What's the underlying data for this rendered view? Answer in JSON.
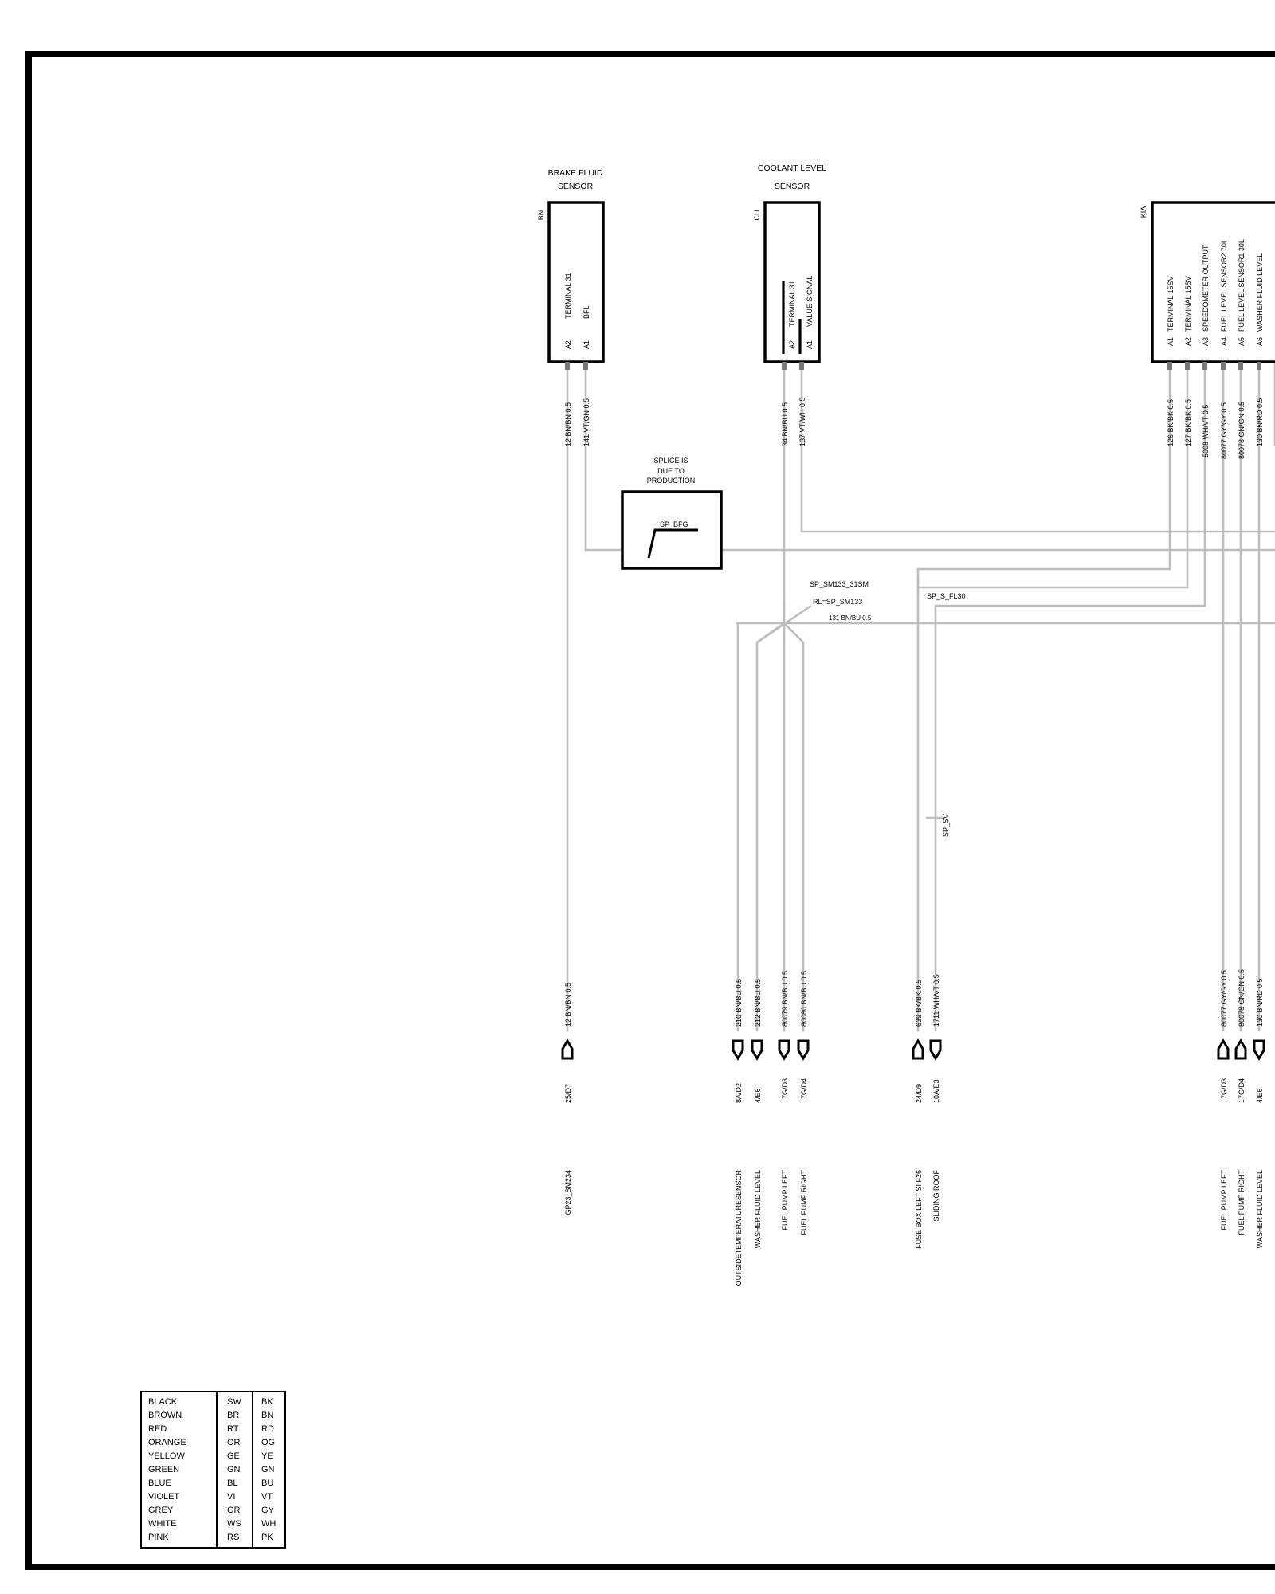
{
  "components": {
    "brake": {
      "title_line1": "BRAKE FLUID",
      "title_line2": "SENSOR",
      "id": "BN",
      "pins": [
        {
          "pin": "A2",
          "name": "TERMINAL 31",
          "wire": "12 BN/BN 0.5"
        },
        {
          "pin": "A1",
          "name": "BFL",
          "wire": "141 VT/GN 0.5"
        }
      ]
    },
    "coolant": {
      "title_line1": "COOLANT LEVEL",
      "title_line2": "SENSOR",
      "id": "CU",
      "pins": [
        {
          "pin": "A2",
          "name": "TERMINAL 31",
          "wire": "34 BN/BU 0.5"
        },
        {
          "pin": "A1",
          "name": "VALUE SIGNAL",
          "wire": "137 VT/WH 0.5"
        }
      ]
    },
    "kia": {
      "id": "KIA",
      "pins": [
        {
          "pin": "A1",
          "name": "TERMINAL 15SV",
          "wire": "126 BK/BK 0.5"
        },
        {
          "pin": "A2",
          "name": "TERMINAL 15SV",
          "wire": "127 BK/BK 0.5"
        },
        {
          "pin": "A3",
          "name": "SPEEDOMETER OUTPUT",
          "wire": "5008 WH/VT 0.5"
        },
        {
          "pin": "A4",
          "name": "FUEL LEVEL SENSOR2  70L",
          "wire": "80077 GY/GY 0.5"
        },
        {
          "pin": "A5",
          "name": "FUEL LEVEL SENSOR1  30L",
          "wire": "80078 GN/GN 0.5"
        },
        {
          "pin": "A6",
          "name": "WASHER FLUID LEVEL",
          "wire": "130 BN/RD 0.5"
        }
      ]
    }
  },
  "splices": {
    "bfg_note_line1": "SPLICE IS",
    "bfg_note_line2": "DUE TO",
    "bfg_note_line3": "PRODUCTION",
    "bfg_label": "SP_BFG",
    "sm133_label": "SP_SM133_31SM",
    "sm133_rl": "RL=SP_SM133",
    "sm133_wire": "131 BN/BU 0.5",
    "fl30_label": "SP_S_FL30",
    "sv_label": "SP_SV"
  },
  "outputs": [
    {
      "wire": "12 BN/BN 0.5",
      "ref": "25/D7",
      "dest": "GP23_SM234"
    },
    {
      "wire": "210 BN/BU 0.5",
      "ref": "8A/D2",
      "dest": "OUTSIDETEMPERATURESENSOR"
    },
    {
      "wire": "212 BN/BU 0.5",
      "ref": "4/E6",
      "dest": "WASHER FLUID LEVEL"
    },
    {
      "wire": "80079 BN/BU 0.5",
      "ref": "17G/D3",
      "dest": "FUEL PUMP LEFT"
    },
    {
      "wire": "80080 BN/BU 0.5",
      "ref": "17G/D4",
      "dest": "FUEL PUMP RIGHT"
    },
    {
      "wire": "639 BK/BK 0.5",
      "ref": "24/D9",
      "dest": "FUSE BOX LEFT SI F26"
    },
    {
      "wire": "1711 WH/VT 0.5",
      "ref": "10A/E3",
      "dest": "SLIDING ROOF"
    },
    {
      "wire": "80077 GY/GY 0.5",
      "ref": "17G/D3",
      "dest": "FUEL PUMP LEFT"
    },
    {
      "wire": "80078 GN/GN 0.5",
      "ref": "17G/D4",
      "dest": "FUEL PUMP RIGHT"
    },
    {
      "wire": "130 BN/RD 0.5",
      "ref": "4/E6",
      "dest": "WASHER FLUID LEVEL"
    }
  ],
  "legend": [
    [
      "BLACK",
      "SW",
      "BK"
    ],
    [
      "BROWN",
      "BR",
      "BN"
    ],
    [
      "RED",
      "RT",
      "RD"
    ],
    [
      "ORANGE",
      "OR",
      "OG"
    ],
    [
      "YELLOW",
      "GE",
      "YE"
    ],
    [
      "GREEN",
      "GN",
      "GN"
    ],
    [
      "BLUE",
      "BL",
      "BU"
    ],
    [
      "VIOLET",
      "VI",
      "VT"
    ],
    [
      "GREY",
      "GR",
      "GY"
    ],
    [
      "WHITE",
      "WS",
      "WH"
    ],
    [
      "PINK",
      "RS",
      "PK"
    ]
  ],
  "colors": {
    "wire": "#bdbdbd",
    "line": "#000000",
    "background": "#ffffff"
  }
}
